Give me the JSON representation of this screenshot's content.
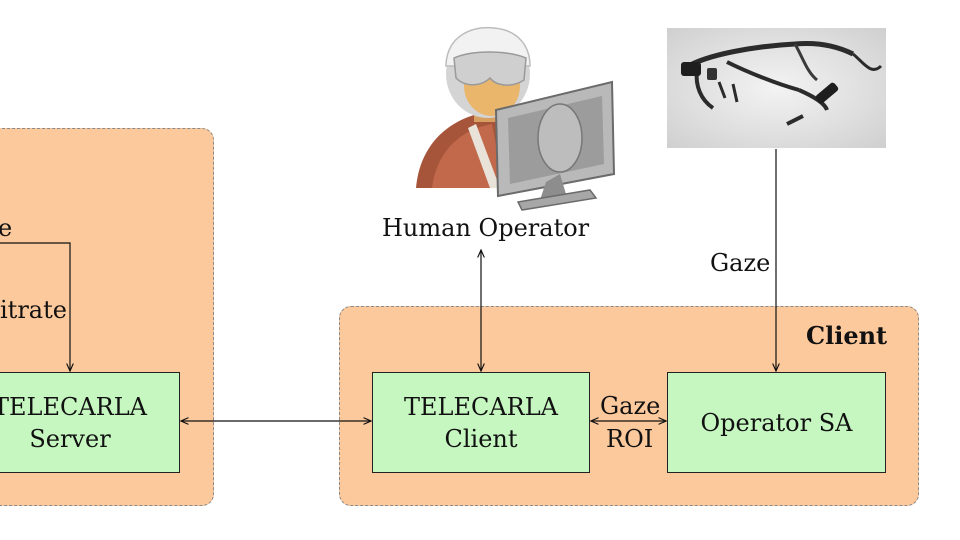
{
  "server_region": {
    "label_fragment_top": "e",
    "label_fragment_bitrate": "itrate",
    "server_box": {
      "line1": "TELECARLA",
      "line2": "Server"
    }
  },
  "client_region": {
    "title": "Client",
    "client_box": {
      "line1": "TELECARLA",
      "line2": "Client"
    },
    "operator_sa_box": {
      "line1": "Operator SA"
    },
    "edge_labels": {
      "gaze": "Gaze",
      "roi": "ROI"
    }
  },
  "human_operator": {
    "label": "Human Operator",
    "icon": "human-operator-at-monitor-icon"
  },
  "eye_tracker": {
    "icon": "eye-tracking-glasses-photo",
    "edge_label": "Gaze"
  },
  "colors": {
    "region_fill": "#fcc99c",
    "box_fill": "#c6f7c1",
    "border": "#222222"
  }
}
